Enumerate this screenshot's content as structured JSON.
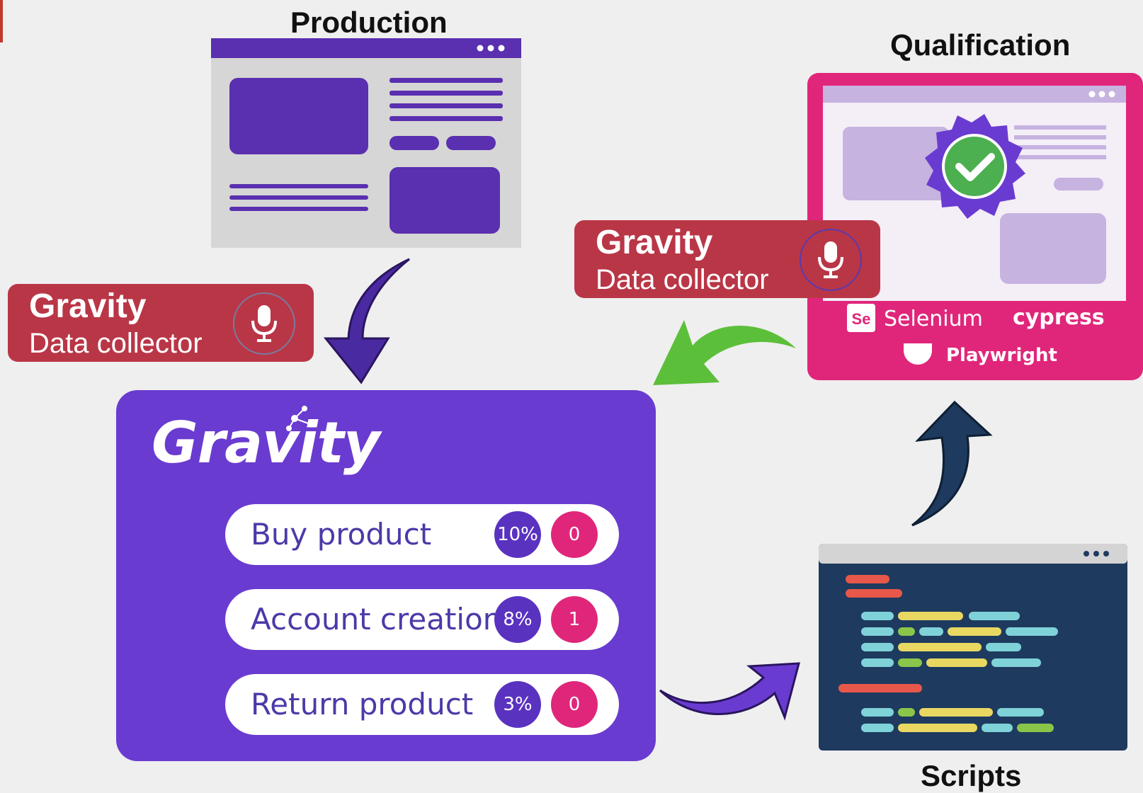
{
  "headings": {
    "production": "Production",
    "qualification": "Qualification",
    "scripts": "Scripts"
  },
  "collector": {
    "title": "Gravity",
    "subtitle": "Data collector"
  },
  "gravity": {
    "logo": "Gravity",
    "items": [
      {
        "label": "Buy product",
        "percent": "10%",
        "count": "0"
      },
      {
        "label": "Account creation",
        "percent": "8%",
        "count": "1"
      },
      {
        "label": "Return product",
        "percent": "3%",
        "count": "0"
      }
    ]
  },
  "tools": {
    "selenium": "Selenium",
    "selenium_logo": "Se",
    "cypress": "cypress",
    "playwright": "Playwright"
  },
  "colors": {
    "background": "#efefef",
    "collector_red": "#b93647",
    "gravity_purple": "#6a3bd0",
    "qualification_pink": "#e0267a",
    "arrow_green": "#5cbf3a",
    "arrow_navy": "#1e3a5f"
  },
  "icons": [
    "microphone-icon",
    "gear-check-icon",
    "arrow-icon",
    "window-dots-icon"
  ]
}
